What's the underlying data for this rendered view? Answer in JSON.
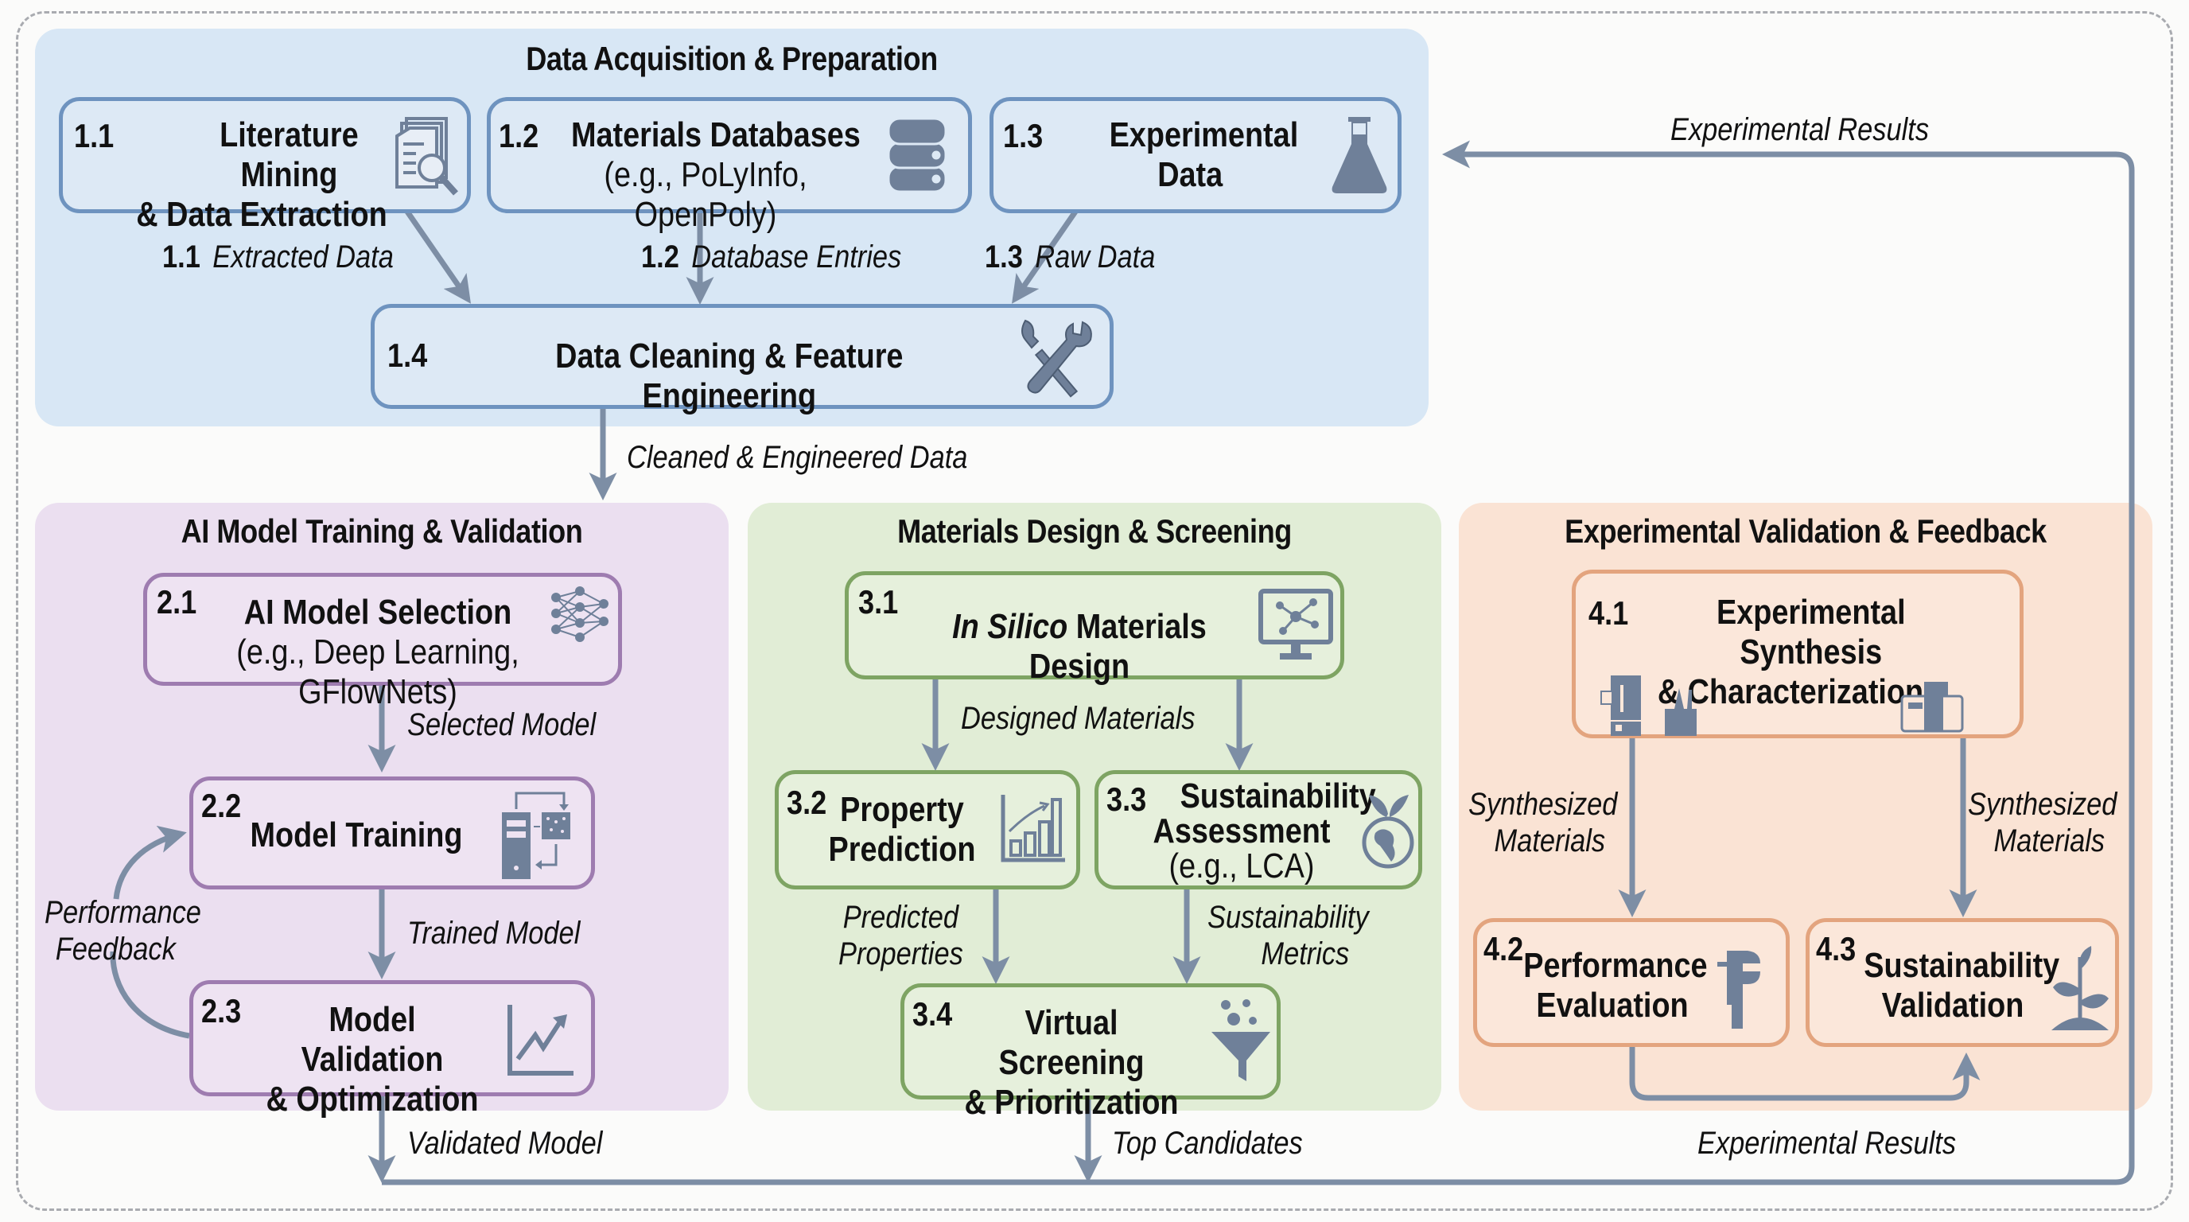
{
  "diagram": {
    "colors": {
      "arrow": "#7d8ea5",
      "icon": "#6f8099",
      "phase1_bg": "#d8e7f5",
      "phase2_bg": "#ebdff0",
      "phase3_bg": "#e1edd6",
      "phase4_bg": "#fae3d4",
      "phase1_border": "#6e93bf",
      "phase2_border": "#9e7cb0",
      "phase3_border": "#7ea463",
      "phase4_border": "#e3a47e"
    },
    "phases": [
      {
        "title": "Data Acquisition & Preparation",
        "steps": [
          {
            "num": "1.1",
            "title": "Literature Mining",
            "title2": "& Data Extraction",
            "icon": "document-search-icon"
          },
          {
            "num": "1.2",
            "title": "Materials Databases",
            "subtitle": "(e.g., PoLyInfo, OpenPoly)",
            "icon": "database-icon"
          },
          {
            "num": "1.3",
            "title": "Experimental",
            "title2": "Data",
            "icon": "flask-icon"
          },
          {
            "num": "1.4",
            "title": "Data Cleaning & Feature Engineering",
            "icon": "tools-icon"
          }
        ],
        "flows": [
          {
            "num": "1.1",
            "label": "Extracted Data"
          },
          {
            "num": "1.2",
            "label": "Database Entries"
          },
          {
            "num": "1.3",
            "label": "Raw Data"
          }
        ]
      },
      {
        "title": "AI Model Training & Validation",
        "steps": [
          {
            "num": "2.1",
            "title": "AI Model Selection",
            "subtitle": "(e.g., Deep Learning, GFlowNets)",
            "icon": "neural-network-icon"
          },
          {
            "num": "2.2",
            "title": "Model Training",
            "icon": "server-training-icon"
          },
          {
            "num": "2.3",
            "title": "Model Validation",
            "title2": "& Optimization",
            "icon": "trend-chart-icon"
          }
        ],
        "flows": [
          {
            "label": "Selected Model"
          },
          {
            "label": "Trained Model"
          },
          {
            "label": "Performance",
            "label2": "Feedback"
          }
        ]
      },
      {
        "title": "Materials Design & Screening",
        "steps": [
          {
            "num": "3.1",
            "title_italic": "In Silico",
            "title": "Materials Design",
            "icon": "monitor-molecule-icon"
          },
          {
            "num": "3.2",
            "title": "Property",
            "title2": "Prediction",
            "icon": "bar-chart-icon"
          },
          {
            "num": "3.3",
            "title": "Sustainability",
            "title2": "Assessment",
            "subtitle": "(e.g., LCA)",
            "icon": "globe-leaf-icon"
          },
          {
            "num": "3.4",
            "title": "Virtual Screening",
            "title2": "& Prioritization",
            "icon": "funnel-icon"
          }
        ],
        "flows": [
          {
            "label": "Designed Materials"
          },
          {
            "label": "Predicted",
            "label2": "Properties"
          },
          {
            "label": "Sustainability",
            "label2": "Metrics"
          }
        ]
      },
      {
        "title": "Experimental Validation & Feedback",
        "steps": [
          {
            "num": "4.1",
            "title": "Experimental Synthesis",
            "title2": "& Characterization",
            "icon": "lab-equipment-icon"
          },
          {
            "num": "4.2",
            "title": "Performance",
            "title2": "Evaluation",
            "icon": "caliper-icon"
          },
          {
            "num": "4.3",
            "title": "Sustainability",
            "title2": "Validation",
            "icon": "sprout-icon"
          }
        ],
        "flows": [
          {
            "label": "Synthesized",
            "label2": "Materials"
          },
          {
            "label": "Synthesized",
            "label2": "Materials"
          }
        ]
      }
    ],
    "connectors": {
      "cleaned_data": "Cleaned & Engineered Data",
      "validated_model": "Validated Model",
      "top_candidates": "Top Candidates",
      "experimental_results_bottom": "Experimental Results",
      "experimental_results_top": "Experimental Results"
    }
  }
}
